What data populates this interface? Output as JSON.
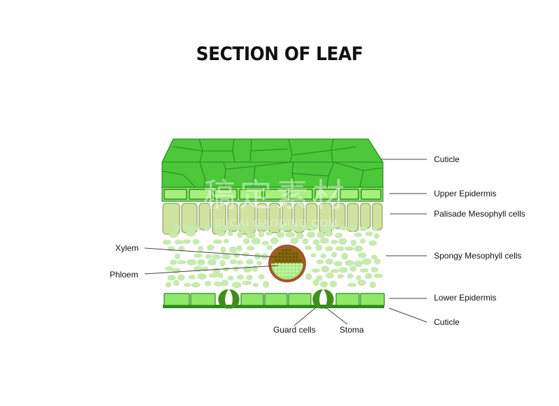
{
  "title": "SECTION OF LEAF",
  "labels": {
    "cuticle_top": "Cuticle",
    "upper_epidermis": "Upper Epidermis",
    "palisade": "Palisade Mesophyll cells",
    "spongy": "Spongy Mesophyll cells",
    "lower_epidermis": "Lower Epidermis",
    "cuticle_bottom": "Cuticle",
    "xylem": "Xylem",
    "phloem": "Phloem",
    "guard_cells": "Guard cells",
    "stoma": "Stoma"
  },
  "watermark": {
    "cn": "稿定素材",
    "en": "SUCAI.GAODING.COM"
  },
  "colors": {
    "cuticle_fill": "#4cc83a",
    "cuticle_line": "#2b8a1f",
    "epidermis_fill": "#8ee86a",
    "epidermis_line": "#2a8a1a",
    "palisade_fill": "#cfe3a0",
    "palisade_line": "#8aa860",
    "spongy_fill": "#c7eab0",
    "xylem": "#8a6a10",
    "phloem": "#9ee86a",
    "bundle_ring": "#a9522a",
    "guard": "#3f8f1a",
    "label_line": "#444444"
  }
}
